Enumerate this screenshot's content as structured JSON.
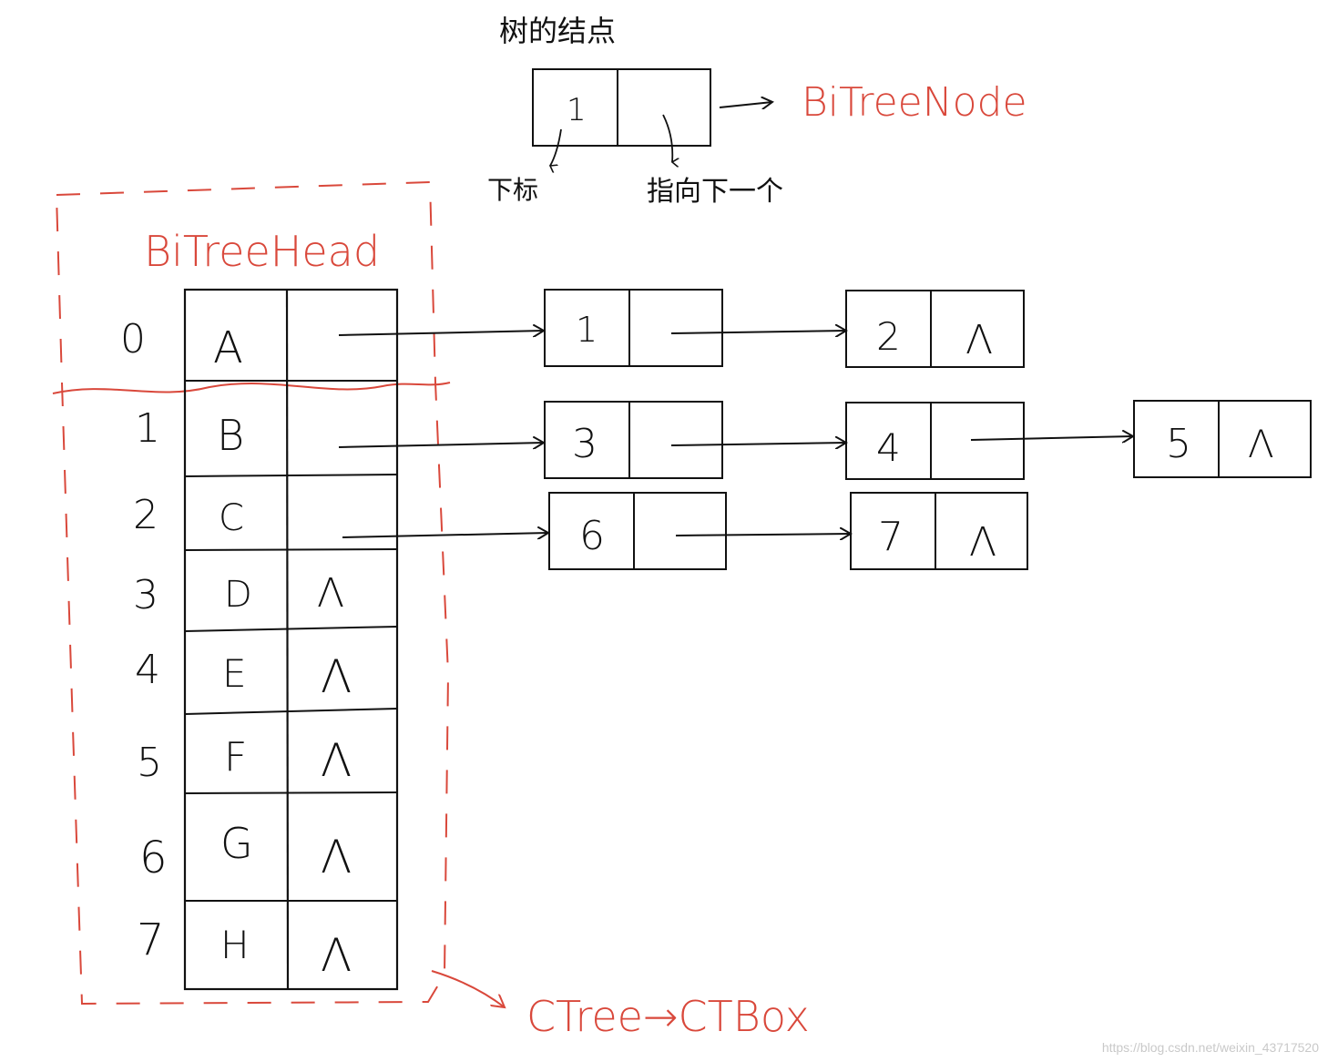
{
  "top": {
    "title": "树的结点",
    "node_label": "BiTreeNode",
    "example_index": "1",
    "label_index": "下标",
    "label_next": "指向下一个"
  },
  "head": {
    "label": "BiTreeHead",
    "bottom_label": "CTree→CTBox",
    "rows": [
      {
        "index": "0",
        "data": "A",
        "ptr": ""
      },
      {
        "index": "1",
        "data": "B",
        "ptr": ""
      },
      {
        "index": "2",
        "data": "C",
        "ptr": ""
      },
      {
        "index": "3",
        "data": "D",
        "ptr": "Λ"
      },
      {
        "index": "4",
        "data": "E",
        "ptr": "Λ"
      },
      {
        "index": "5",
        "data": "F",
        "ptr": "Λ"
      },
      {
        "index": "6",
        "data": "G",
        "ptr": "Λ"
      },
      {
        "index": "7",
        "data": "H",
        "ptr": "Λ"
      }
    ]
  },
  "lists": [
    {
      "nodes": [
        {
          "idx": "1",
          "next": ""
        },
        {
          "idx": "2",
          "next": "Λ"
        }
      ]
    },
    {
      "nodes": [
        {
          "idx": "3",
          "next": ""
        },
        {
          "idx": "4",
          "next": ""
        },
        {
          "idx": "5",
          "next": "Λ"
        }
      ]
    },
    {
      "nodes": [
        {
          "idx": "6",
          "next": ""
        },
        {
          "idx": "7",
          "next": "Λ"
        }
      ]
    }
  ],
  "watermark": "https://blog.csdn.net/weixin_43717520",
  "colors": {
    "ink": "#111111",
    "annotation": "#d9483b"
  }
}
